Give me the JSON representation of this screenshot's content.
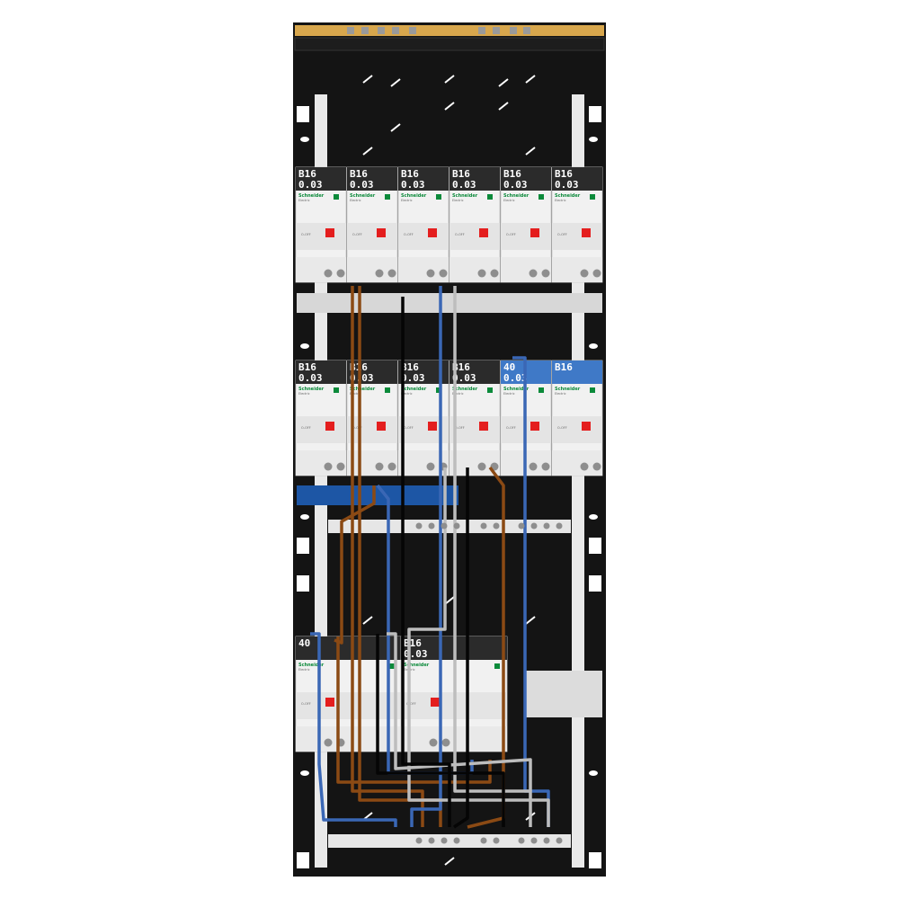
{
  "brand": "Schneider",
  "brand_sub": "Electric",
  "off_text": "O-OFF",
  "colors": {
    "cabinet": "#141414",
    "rail": "#e9e9e9",
    "device_body": "#f1f1f1",
    "handle": "#e41e1e",
    "handle_green": "#1e9a45",
    "label_bg": "#2b2b2b",
    "label_bg_blue": "#3f79c7",
    "busbar_blue": "#1d56a5",
    "wire_brown": "#8b4a14",
    "wire_blue": "#3a67b5",
    "wire_grey": "#bdbdbd",
    "wire_black": "#050505",
    "copper": "#d8a74d"
  },
  "rows": [
    {
      "id": "row-1",
      "devices": [
        {
          "line1": "B16",
          "line2": "0.03"
        },
        {
          "line1": "B16",
          "line2": "0.03"
        },
        {
          "line1": "B16",
          "line2": "0.03"
        },
        {
          "line1": "B16",
          "line2": "0.03"
        },
        {
          "line1": "B16",
          "line2": "0.03"
        },
        {
          "line1": "B16",
          "line2": "0.03"
        }
      ]
    },
    {
      "id": "row-2",
      "devices": [
        {
          "line1": "B16",
          "line2": "0.03"
        },
        {
          "line1": "B16",
          "line2": "0.03"
        },
        {
          "line1": "B16",
          "line2": "0.03"
        },
        {
          "line1": "B16",
          "line2": "0.03"
        },
        {
          "line1": "40",
          "line2": "0.03",
          "accent": "blue"
        },
        {
          "line1": "B16",
          "line2": "",
          "accent": "blue"
        }
      ]
    },
    {
      "id": "row-3",
      "devices": [
        {
          "line1": "40",
          "line2": ""
        },
        {
          "line1": "B16",
          "line2": "0.03"
        }
      ]
    }
  ]
}
